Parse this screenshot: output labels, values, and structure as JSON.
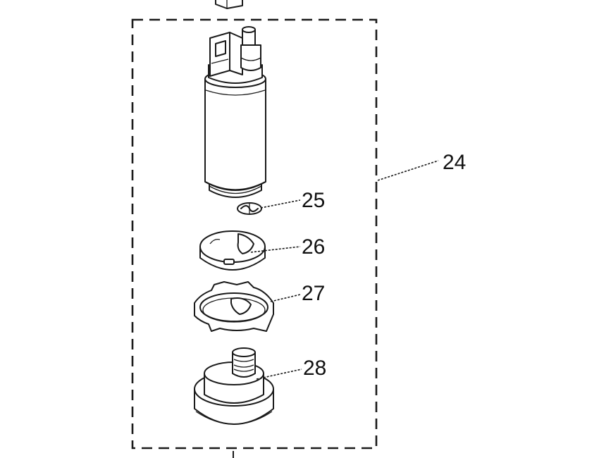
{
  "diagram": {
    "assembly_callout": "24",
    "part_callouts": [
      "25",
      "26",
      "27",
      "28"
    ]
  },
  "colors": {
    "ink": "#1a1a1a",
    "background": "#ffffff"
  }
}
